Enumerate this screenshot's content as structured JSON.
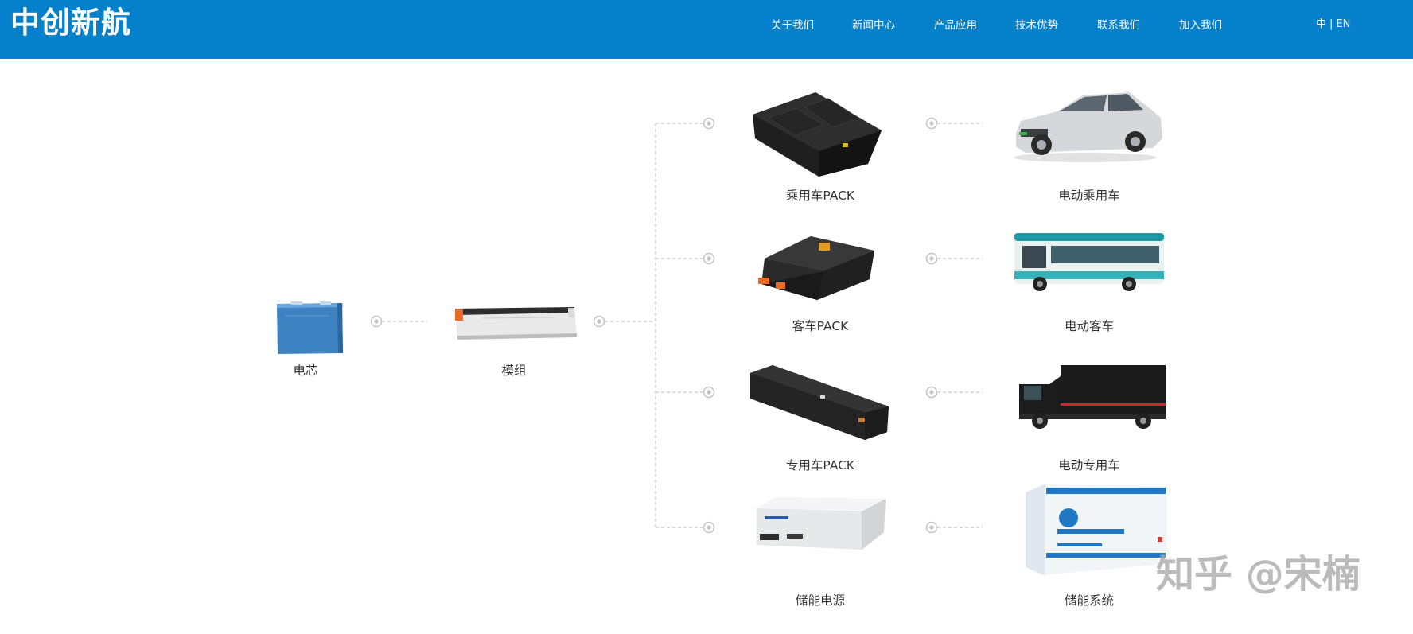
{
  "brand": {
    "logo_text": "中创新航"
  },
  "nav": {
    "items": [
      "关于我们",
      "新闻中心",
      "产品应用",
      "技术优势",
      "联系我们",
      "加入我们"
    ]
  },
  "lang": {
    "zh": "中",
    "sep": "|",
    "en": "EN"
  },
  "flow": {
    "cell": "电芯",
    "module": "模组",
    "products": [
      {
        "pack": "乘用车PACK",
        "application": "电动乘用车"
      },
      {
        "pack": "客车PACK",
        "application": "电动客车"
      },
      {
        "pack": "专用车PACK",
        "application": "电动专用车"
      },
      {
        "pack": "储能电源",
        "application": "储能系统"
      }
    ]
  },
  "watermark": "知乎 @宋楠",
  "colors": {
    "header_bg": "#0580cb",
    "connector": "#c8c8c8",
    "label_text": "#333333"
  }
}
